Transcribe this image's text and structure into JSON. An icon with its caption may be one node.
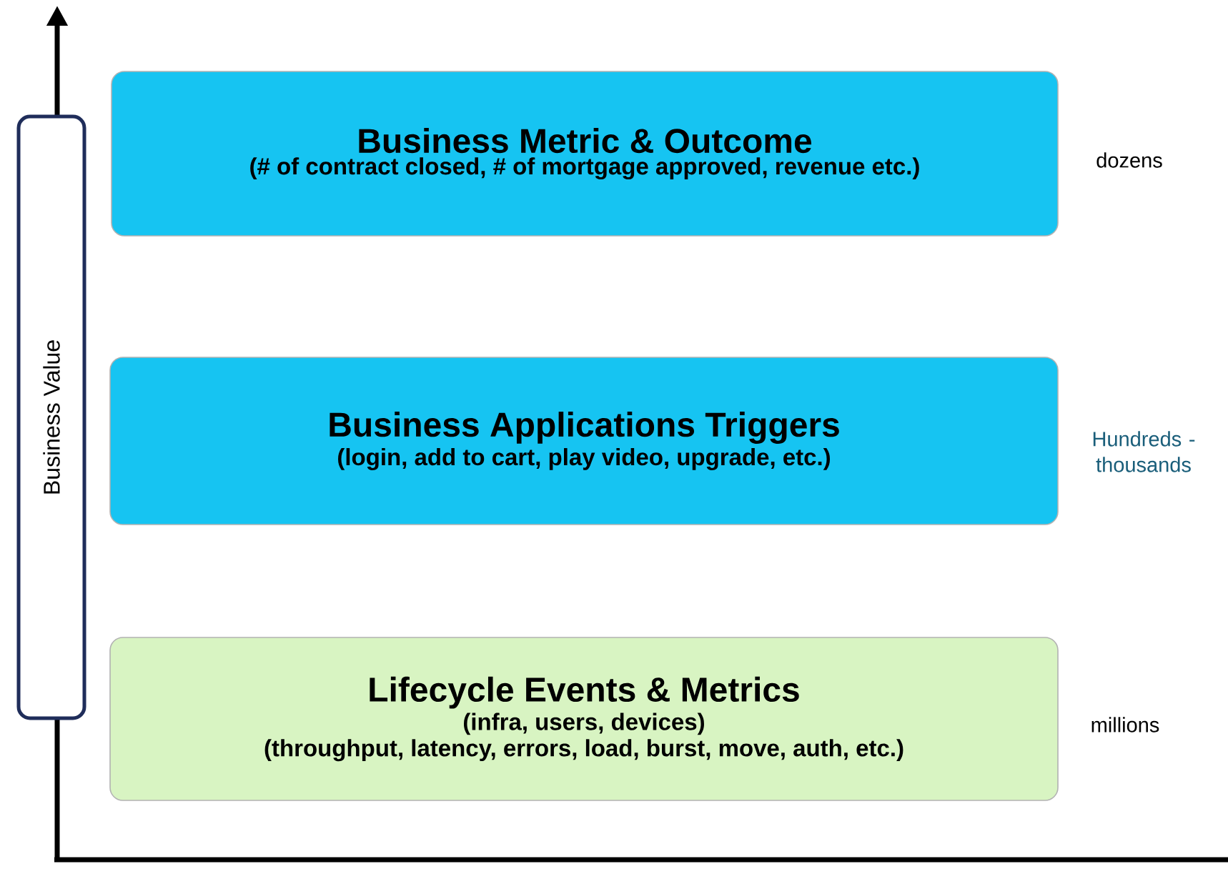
{
  "diagram": {
    "nodes": [
      {
        "text": [
          "Business Value"
        ]
      },
      {
        "text": [
          "Business Metric & Outcome",
          "(# of contract closed, # of mortgage approved, revenue etc.)"
        ],
        "beside": [
          "dozens"
        ]
      },
      {
        "text": [
          "Business Applications Triggers",
          "(login, add to cart, play video, upgrade, etc.)"
        ],
        "beside": [
          "Hundreds - thousands"
        ]
      },
      {
        "text": [
          "Lifecycle Events & Metrics",
          "(infra, users, devices)",
          "(throughput, latency, errors, load, burst, move, auth, etc.)"
        ],
        "beside": [
          "millions"
        ]
      }
    ]
  }
}
